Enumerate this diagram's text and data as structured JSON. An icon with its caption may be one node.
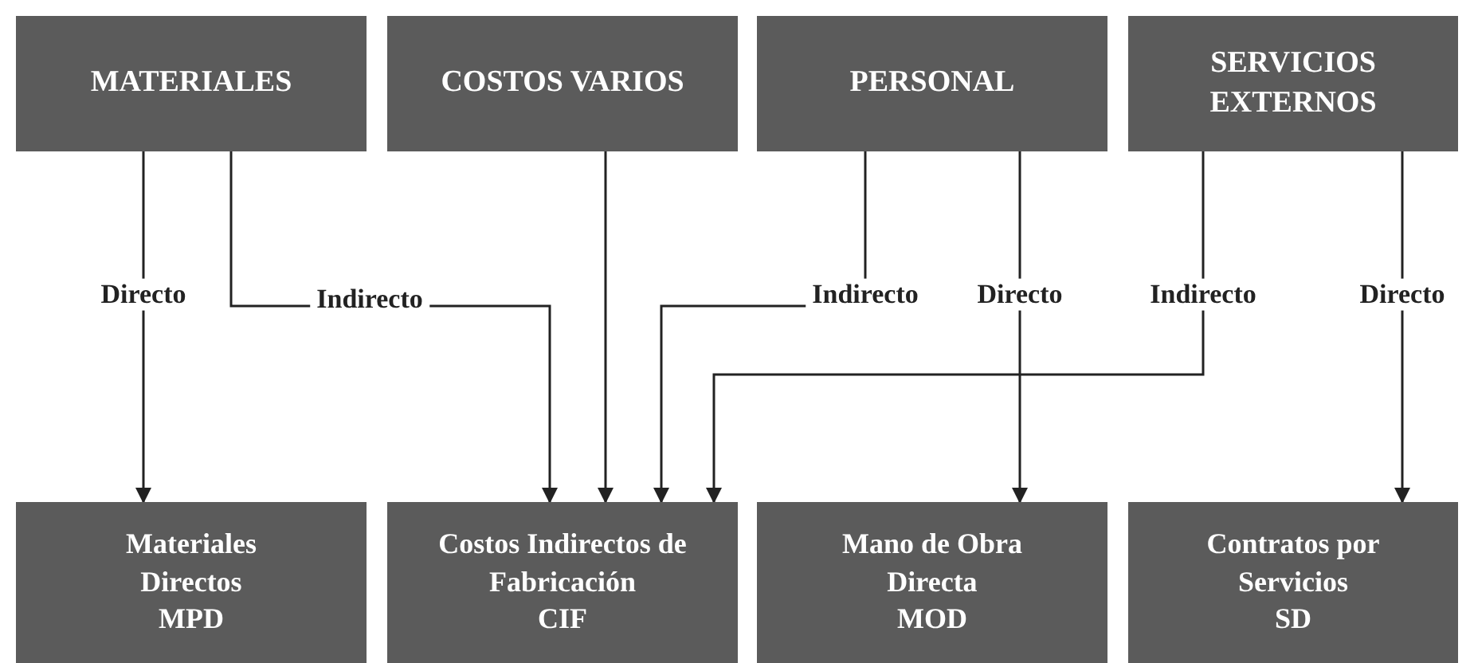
{
  "diagram": {
    "nodes": [
      {
        "text": [
          "MATERIALES"
        ]
      },
      {
        "text": [
          "COSTOS VARIOS"
        ]
      },
      {
        "text": [
          "PERSONAL"
        ]
      },
      {
        "text": [
          "SERVICIOS EXTERNOS"
        ]
      },
      {
        "text": [
          "Materiales Directos",
          "MPD"
        ]
      },
      {
        "text": [
          "Costos Indirectos de Fabricación",
          "CIF"
        ]
      },
      {
        "text": [
          "Mano de Obra Directa",
          "MOD"
        ]
      },
      {
        "text": [
          "Contratos por Servicios",
          "SD"
        ]
      }
    ],
    "edges": [
      {
        "from": 0,
        "to": 4,
        "arrow": "to",
        "label": "Directo"
      },
      {
        "from": 0,
        "to": 5,
        "arrow": "to",
        "label": "Indirecto"
      },
      {
        "from": 1,
        "to": 5,
        "arrow": "to"
      },
      {
        "from": 2,
        "to": 5,
        "arrow": "to",
        "label": "Indirecto"
      },
      {
        "from": 2,
        "to": 6,
        "arrow": "to",
        "label": "Directo"
      },
      {
        "from": 3,
        "to": 5,
        "arrow": "to",
        "label": "Indirecto"
      },
      {
        "from": 3,
        "to": 7,
        "arrow": "to",
        "label": "Directo"
      }
    ]
  }
}
